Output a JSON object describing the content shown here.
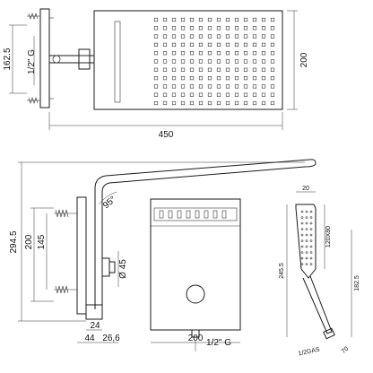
{
  "top_view": {
    "width_label": "450",
    "depth_label": "200",
    "arm_label": "162.5",
    "thread_label": "1/2\" G"
  },
  "side_view": {
    "height_label": "294.5",
    "mount_label": "200",
    "inner_label": "145",
    "angle_label": "95°",
    "diameter_label": "Ø 45",
    "offset_label": "24",
    "spacing_label": "44",
    "wall_label": "26,6"
  },
  "front_view": {
    "width_label": "200",
    "thread_label": "1/2\" G"
  },
  "hand_shower": {
    "head_label": "20",
    "size_label": "120X80",
    "length_label": "245.5",
    "height_label": "182.5",
    "thread_label": "1/2GAS",
    "dia_label": "70"
  }
}
